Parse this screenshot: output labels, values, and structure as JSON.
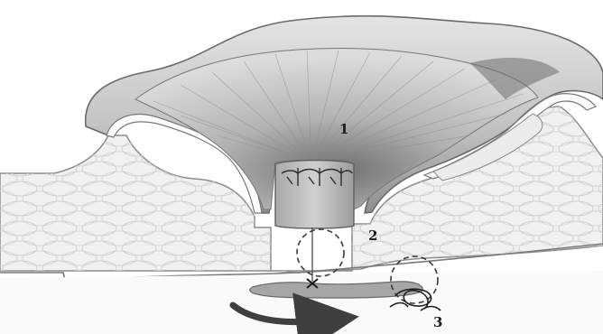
{
  "figure": {
    "labels": {
      "one": "1",
      "two": "2",
      "three": "3"
    },
    "colors": {
      "tissue_fill": "#f1f1f1",
      "tissue_edge": "#8c8c8c",
      "sac_outer": "#d8d8d8",
      "sac_inner": "#b9b9b9",
      "sac_dark": "#7d7d7d",
      "muscle_lines": "#c8c8c8",
      "arrow": "#3f3f3f",
      "lumen": "#9a9a9a",
      "ink": "#1a1a1a"
    },
    "icons": [
      "curved-arrow-icon",
      "dashed-circle-icon",
      "suture-loop-icon",
      "cross-stitch-icon"
    ]
  }
}
